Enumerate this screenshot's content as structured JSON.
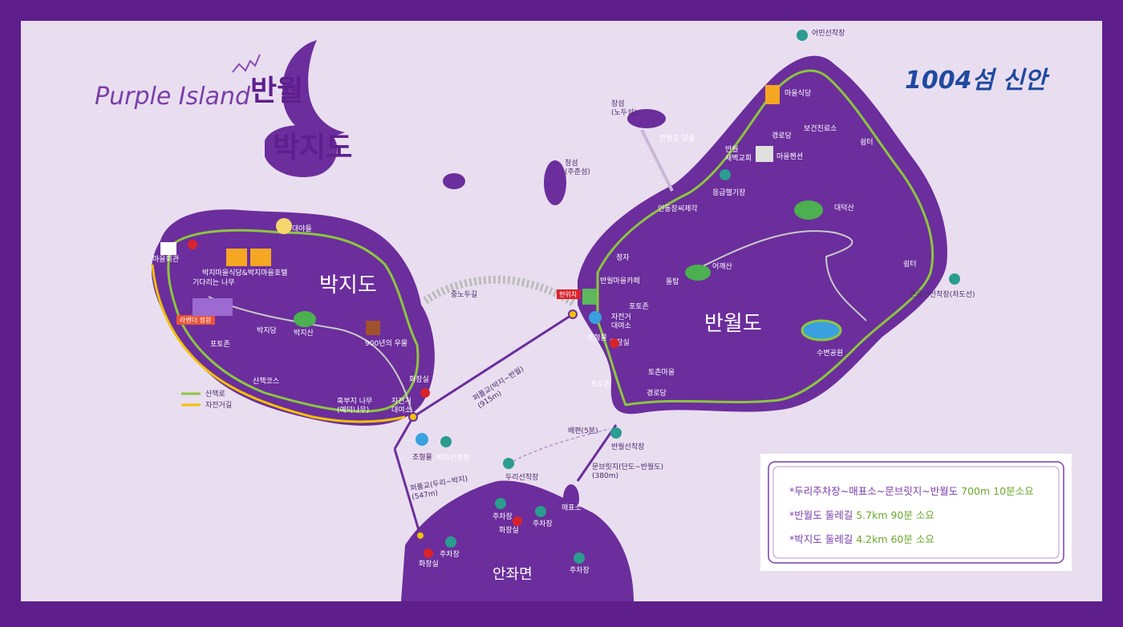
{
  "brand": {
    "purple_island": "Purple Island",
    "title_line1": "반월",
    "title_line2": "박지도",
    "logo_text": "1004섬 신안"
  },
  "islands": {
    "bakji": "박지도",
    "banwol": "반월도",
    "anjwa": "안좌면"
  },
  "current_location": "현위치",
  "places": {
    "maeulhoegwan": "마을회관",
    "bakji_maeul": "박지마을식당&박지마을호텔",
    "daeiteul": "대야들",
    "gidarineun_namu": "기다리는 나무",
    "lavender_garden": "라벤더 정원",
    "bakjidang": "박지당",
    "bakjisan": "박지산",
    "well_900": "900년의 우물",
    "photozone_bakji": "포토존",
    "sanchaek_course": "산책코스",
    "mulberry_tree": "혹부지 나무\n(예덕나무)",
    "bike_rental_bakji": "자전거\n대여소",
    "restroom_bakji": "화장실",
    "johyeongmul_bakji": "조형물",
    "bakji_pier": "박지선착장",
    "purple_bridge_bakji": "퍼플교(박지~반월)\n(915m)",
    "purple_bridge_duri": "퍼플교(두리~박지)\n(547m)",
    "jongnodugil": "중노두길",
    "jangseom": "장섬\n(노두섬)",
    "cheongseom": "청섬\n(주춘섬)",
    "eomin_pier": "어민선착장",
    "banwol_dangsup": "반월도 당숲",
    "banwol_church": "반월\n새벽교회",
    "maeul_sikdang": "마을식당",
    "gyeongrodang_n": "경로당",
    "health_center": "보건진료소",
    "maeul_pension": "마을펜션",
    "shimteo_ne": "쉼터",
    "emergency_heli": "응급헬기장",
    "indongjang_site": "인동장씨제각",
    "daedeoksan": "대덕산",
    "jeongja": "정자",
    "banwol_cafe": "반월마을카페",
    "photozone_banwol": "포토존",
    "bike_rental_banwol": "자전거\n대여소",
    "restroom_banwol": "화장실",
    "johyeongmul_banwol": "조형물",
    "dolbap": "돌탑",
    "eogaesan": "어깨산",
    "shimteo_e": "쉼터",
    "keungolsan_pier": "큰골산선착장(차도선)",
    "sugyeong_park": "수변공원",
    "tojong_maeul": "토촌마을",
    "photozone_south": "포토존",
    "gyeongrodang_s": "경로당",
    "banwol_pier": "반월선착장",
    "moon_bridge": "문브릿지(단도~반월도)\n(380m)",
    "boat_note": "배편(5분)",
    "duri_pier": "두리선착장",
    "maepyoso": "매표소",
    "parking1": "주차장",
    "parking2": "주차장",
    "parking3": "주차장",
    "parking4": "주차장",
    "restroom_anjwa1": "화장실",
    "restroom_anjwa2": "화장실"
  },
  "legend": {
    "walk": "산책로",
    "bike": "자전거길",
    "walk_color": "#8cc63f",
    "bike_color": "#f2c200"
  },
  "info_box": {
    "line1_a": "*두리주차장~매표소~문브릿지~반월도 ",
    "line1_b": "700m 10분소요",
    "line2_a": "*반월도 둘레길 ",
    "line2_b": "5.7km 90분 소요",
    "line3_a": "*박지도 둘레길 ",
    "line3_b": "4.2km 60분 소요"
  },
  "colors": {
    "frame": "#5e1f8c",
    "sea": "#e9def0",
    "island": "#6b2e9c",
    "walk_path": "#8cc63f",
    "bike_path": "#f2c200"
  }
}
